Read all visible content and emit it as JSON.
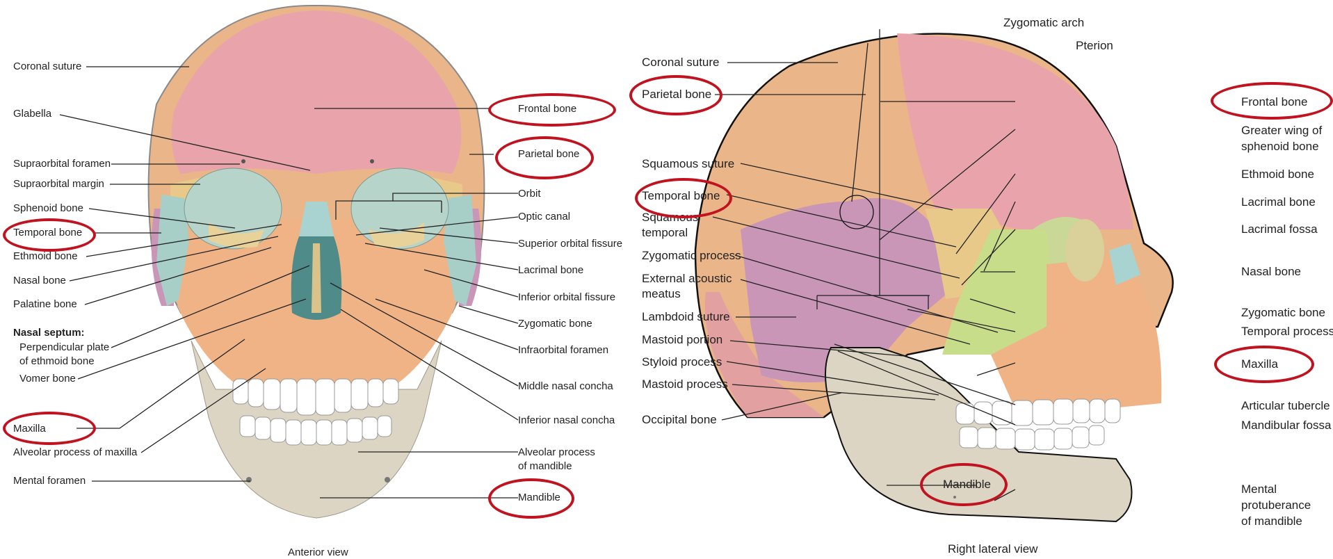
{
  "colors": {
    "frontal": "#e9a3ab",
    "parietal": "#eab689",
    "temporal": "#c996b8",
    "sphenoid": "#e8c98a",
    "maxilla": "#f0b386",
    "zygomatic": "#a8cfc7",
    "nasal": "#a9d3d0",
    "lacrimal": "#d8e3a2",
    "mandible": "#ddd5c4",
    "occipital": "#e3a0a0",
    "highlight_ring": "#c1121f"
  },
  "anterior": {
    "caption": "Anterior view",
    "labels_left": [
      "Coronal suture",
      "Glabella",
      "Supraorbital foramen",
      "Supraorbital margin",
      "Sphenoid bone",
      "Temporal bone",
      "Ethmoid bone",
      "Nasal bone",
      "Palatine bone",
      "Nasal septum:",
      "Perpendicular plate",
      "of ethmoid bone",
      "Vomer bone",
      "Maxilla",
      "Alveolar process of maxilla",
      "Mental foramen"
    ],
    "labels_right": [
      "Frontal bone",
      "Parietal bone",
      "Orbit",
      "Optic canal",
      "Superior orbital fissure",
      "Lacrimal bone",
      "Inferior orbital fissure",
      "Zygomatic bone",
      "Infraorbital foramen",
      "Middle nasal concha",
      "Inferior nasal concha",
      "Alveolar process",
      "of mandible",
      "Mandible"
    ]
  },
  "lateral": {
    "caption": "Right lateral view",
    "labels_top": [
      "Zygomatic arch",
      "Pterion"
    ],
    "labels_left": [
      "Coronal suture",
      "Parietal bone",
      "Squamous suture",
      "Temporal bone",
      "Squamous",
      "temporal",
      "Zygomatic process",
      "External acoustic",
      "meatus",
      "Lambdoid suture",
      "Mastoid portion",
      "Styloid process",
      "Mastoid process",
      "Occipital bone",
      "Mandible"
    ],
    "labels_right": [
      "Frontal bone",
      "Greater wing of",
      "sphenoid bone",
      "Ethmoid bone",
      "Lacrimal bone",
      "Lacrimal fossa",
      "Nasal bone",
      "Zygomatic bone",
      "Temporal process",
      "Maxilla",
      "Articular tubercle",
      "Mandibular fossa",
      "Mental",
      "protuberance",
      "of mandible"
    ]
  }
}
